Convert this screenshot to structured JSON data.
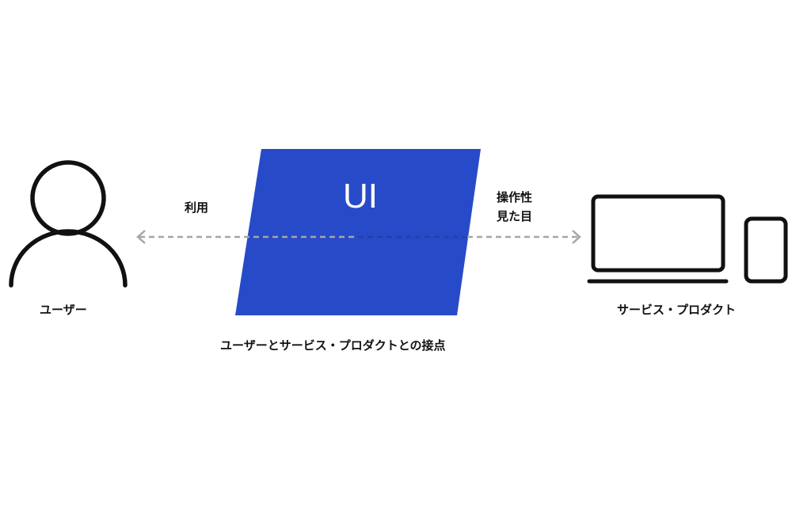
{
  "ui_label": "UI",
  "left_label": "利用",
  "right_labels": [
    "操作性",
    "見た目"
  ],
  "user_label": "ユーザー",
  "product_label": "サービス・プロダクト",
  "caption": "ユーザーとサービス・プロダクトとの接点",
  "colors": {
    "ui_fill": "#274BC8",
    "arrow": "#A6A6A6",
    "icon": "#111111"
  },
  "icons": [
    "person-icon",
    "laptop-icon",
    "smartphone-icon"
  ]
}
